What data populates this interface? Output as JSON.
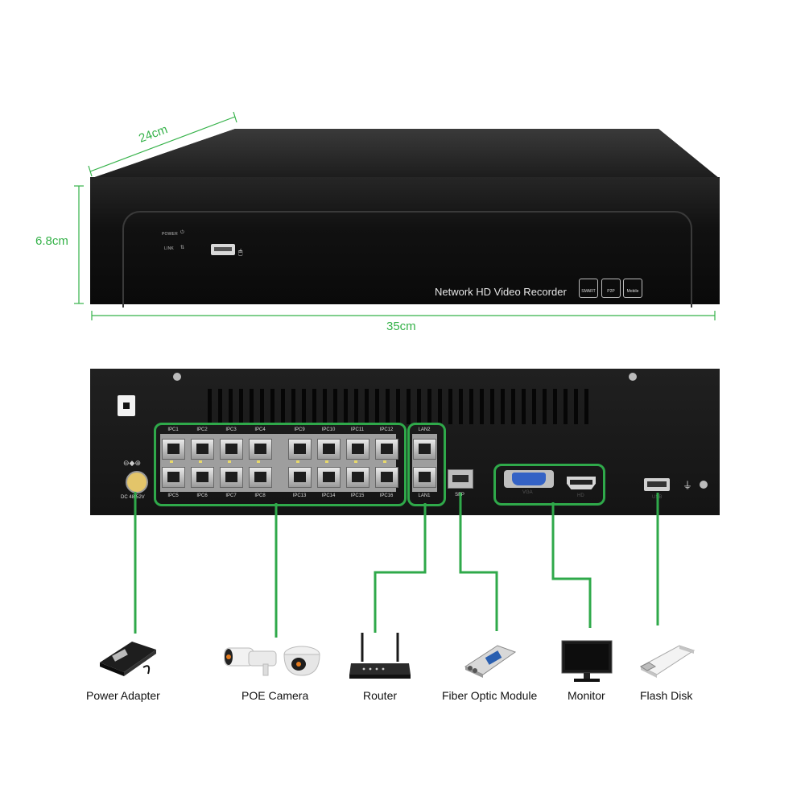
{
  "dimensions": {
    "depth": "24cm",
    "height": "6.8cm",
    "width": "35cm"
  },
  "front_panel": {
    "indicator_power": "POWER",
    "indicator_link": "LINK",
    "product_name": "Network HD Video Recorder",
    "badges": [
      "SMART",
      "P2P",
      "Mobile"
    ]
  },
  "rear_panel": {
    "power_input_label": "DC 48-52V",
    "ipc_ports_top": [
      "IPC1",
      "IPC2",
      "IPC3",
      "IPC4",
      "IPC9",
      "IPC10",
      "IPC11",
      "IPC12"
    ],
    "ipc_ports_bottom": [
      "IPC5",
      "IPC6",
      "IPC7",
      "IPC8",
      "IPC13",
      "IPC14",
      "IPC15",
      "IPC16"
    ],
    "lan_ports": [
      "LAN2",
      "LAN1"
    ],
    "sfp_label": "SFP",
    "vga_label": "VGA",
    "hdmi_label": "HD",
    "usb_label": "USB"
  },
  "accessories": [
    {
      "label": "Power Adapter",
      "icon": "power-adapter-icon"
    },
    {
      "label": "POE Camera",
      "icon": "poe-camera-icon"
    },
    {
      "label": "Router",
      "icon": "router-icon"
    },
    {
      "label": "Fiber Optic Module",
      "icon": "fiber-module-icon"
    },
    {
      "label": "Monitor",
      "icon": "monitor-icon"
    },
    {
      "label": "Flash Disk",
      "icon": "flash-disk-icon"
    }
  ],
  "colors": {
    "accent_green": "#2fa94a",
    "chassis": "#141414"
  }
}
